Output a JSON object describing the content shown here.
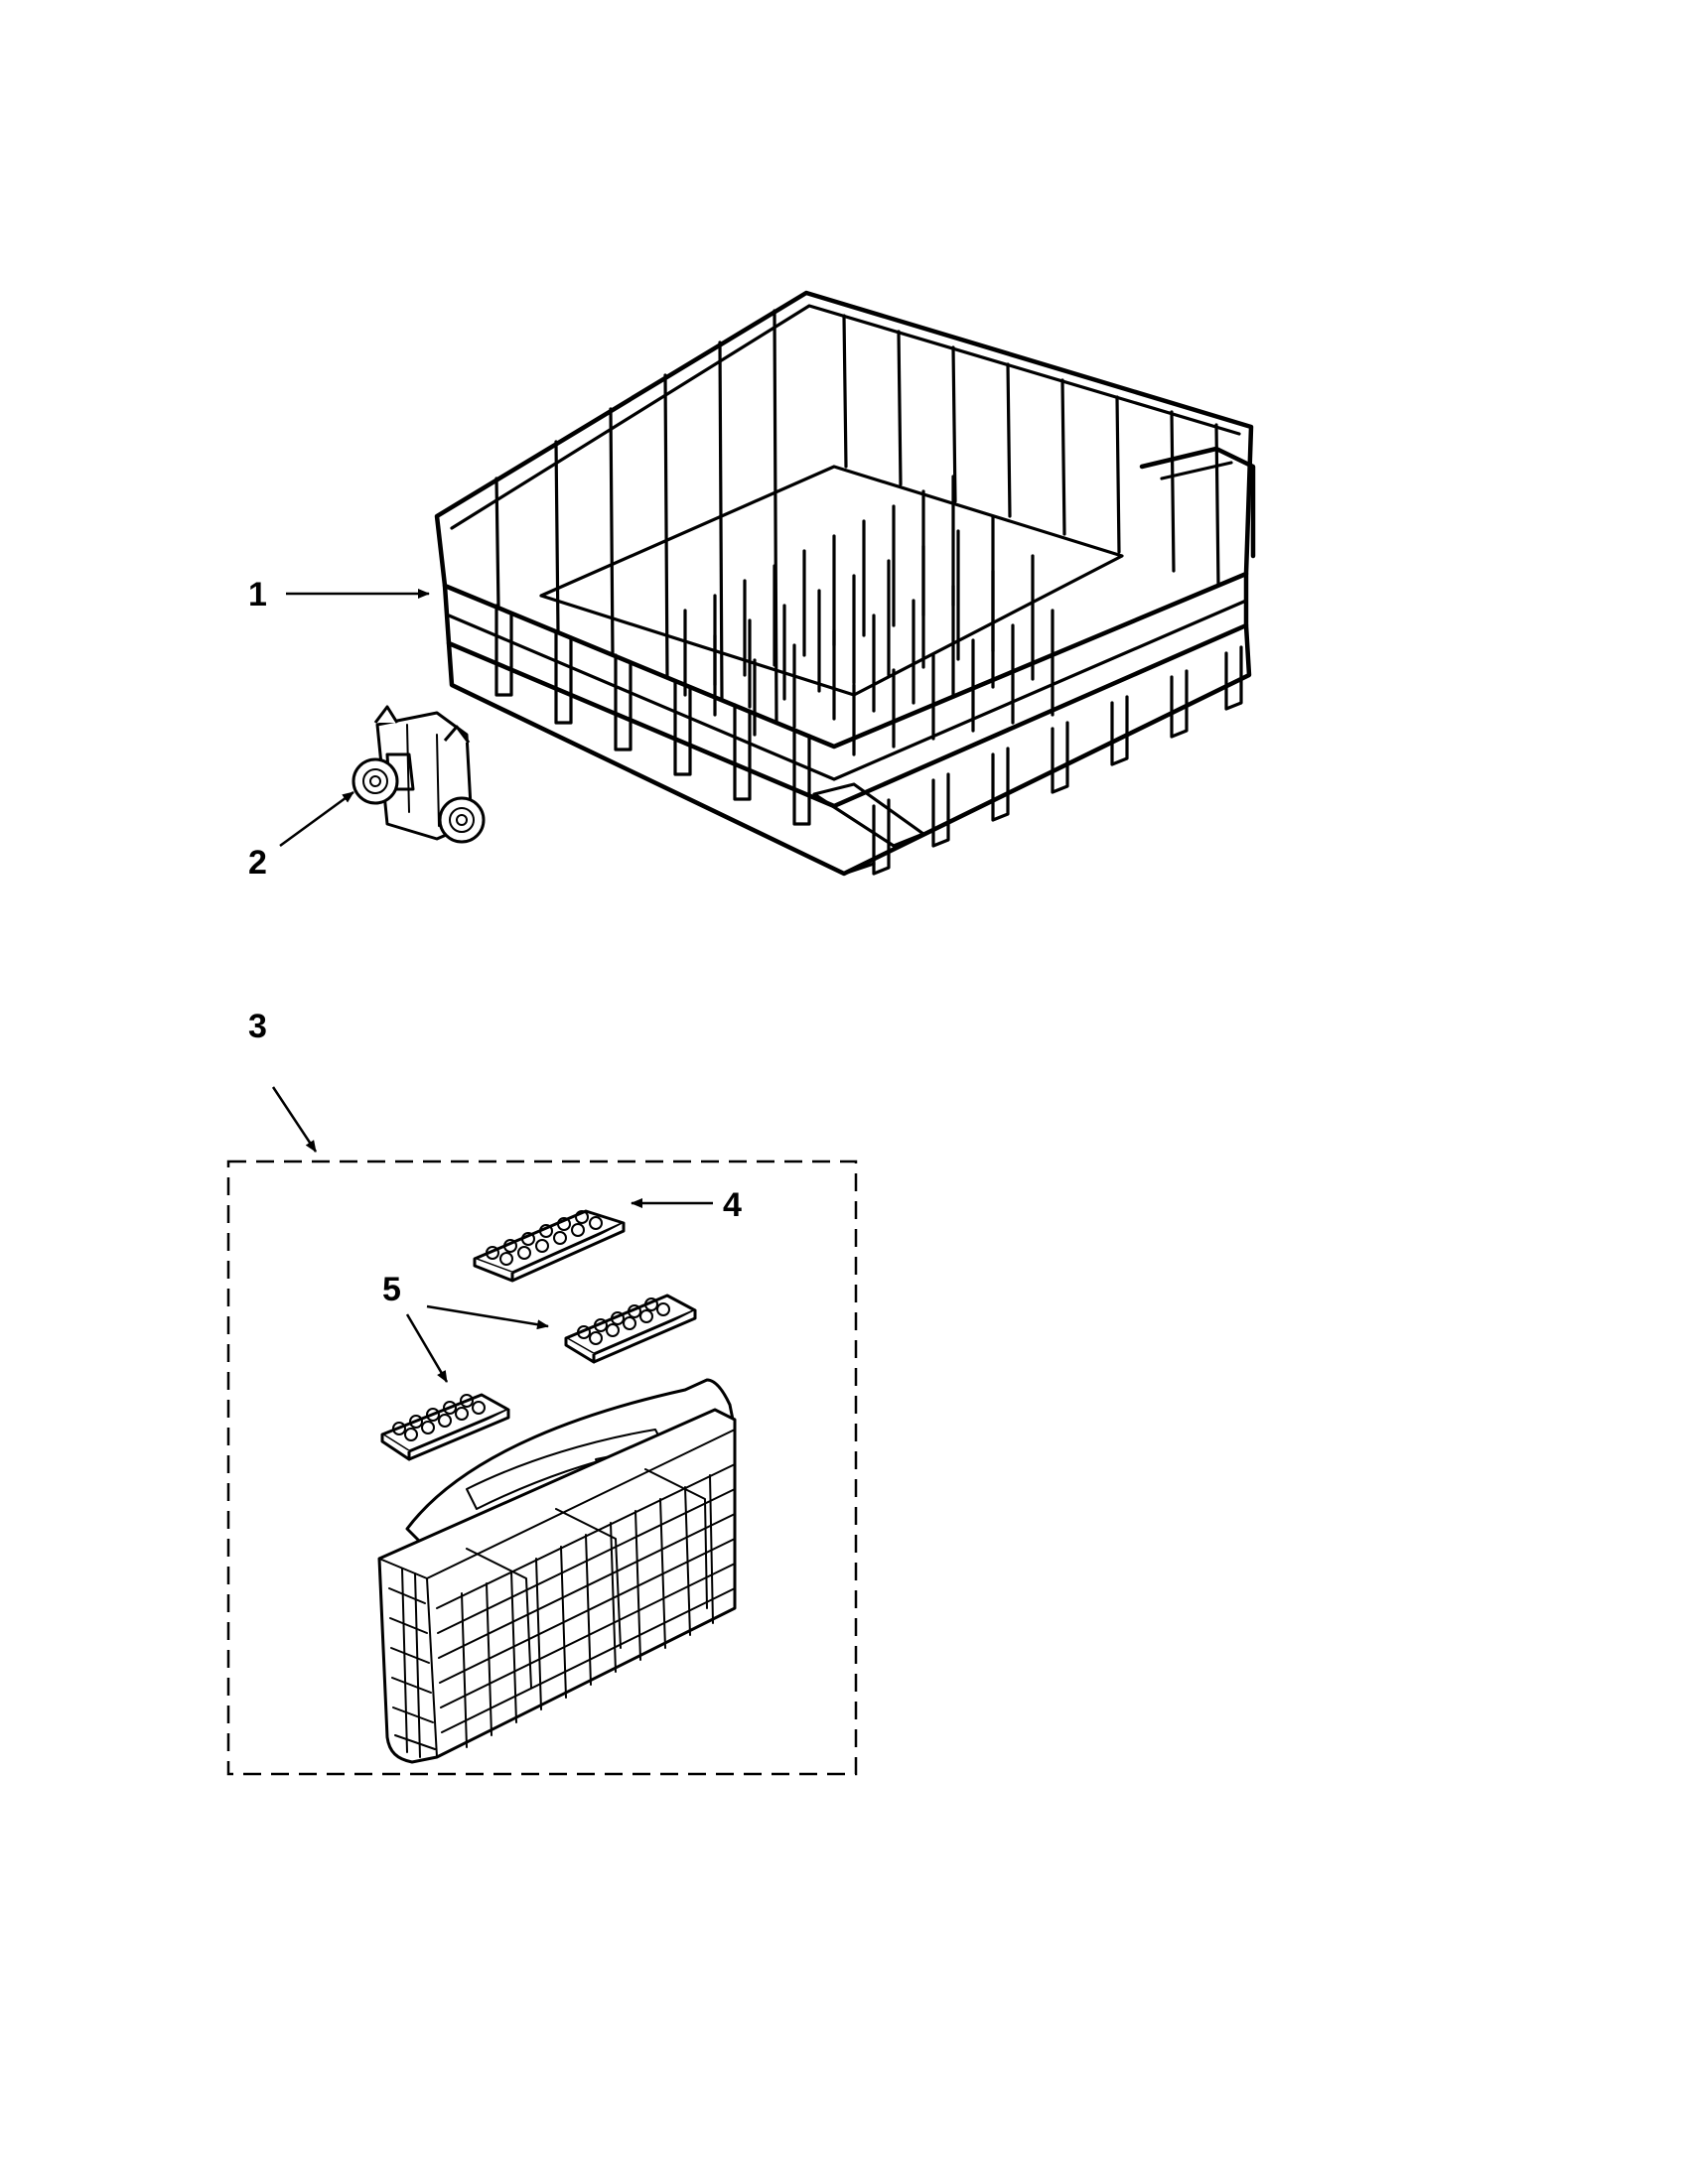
{
  "callouts": [
    {
      "id": "1",
      "part": "upper-dishrack"
    },
    {
      "id": "2",
      "part": "rack-roller-adjuster"
    },
    {
      "id": "3",
      "part": "silverware-basket-assembly"
    },
    {
      "id": "4",
      "part": "basket-lid-single"
    },
    {
      "id": "5",
      "part": "basket-lids-pair"
    }
  ],
  "styles": {
    "line_color": "#000000",
    "background": "#ffffff"
  }
}
